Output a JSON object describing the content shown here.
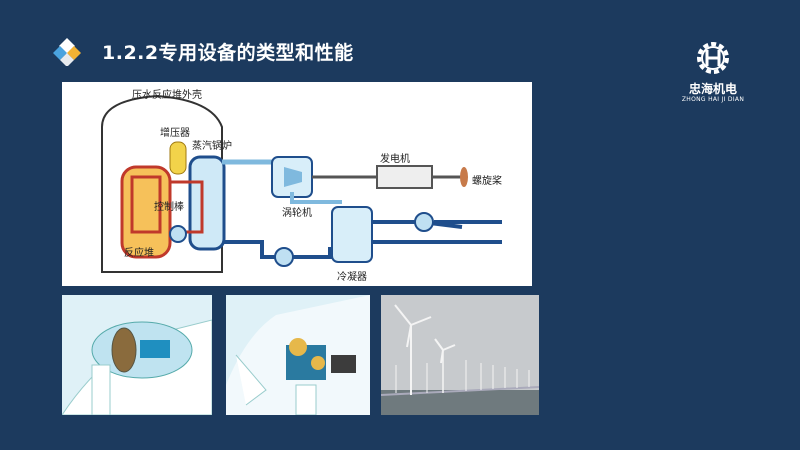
{
  "slide": {
    "title": "1.2.2专用设备的类型和性能",
    "colors": {
      "background": "#1c3a5e",
      "title": "#ffffff",
      "accent_blue": "#4aa3df",
      "accent_yellow": "#f2b233"
    },
    "bullet_icon": "diamond-cluster-icon"
  },
  "logo": {
    "icon": "gear-h-icon",
    "name": "忠海机电",
    "subtitle": "ZHONG HAI JI DIAN"
  },
  "reactor_diagram": {
    "labels": {
      "containment": "压水反应堆外壳",
      "pressurizer": "增压器",
      "steam_boiler": "蒸汽锅炉",
      "control_rod": "控制棒",
      "reactor": "反应堆",
      "turbine": "涡轮机",
      "generator": "发电机",
      "propeller": "螺旋桨",
      "condenser": "冷凝器"
    }
  }
}
